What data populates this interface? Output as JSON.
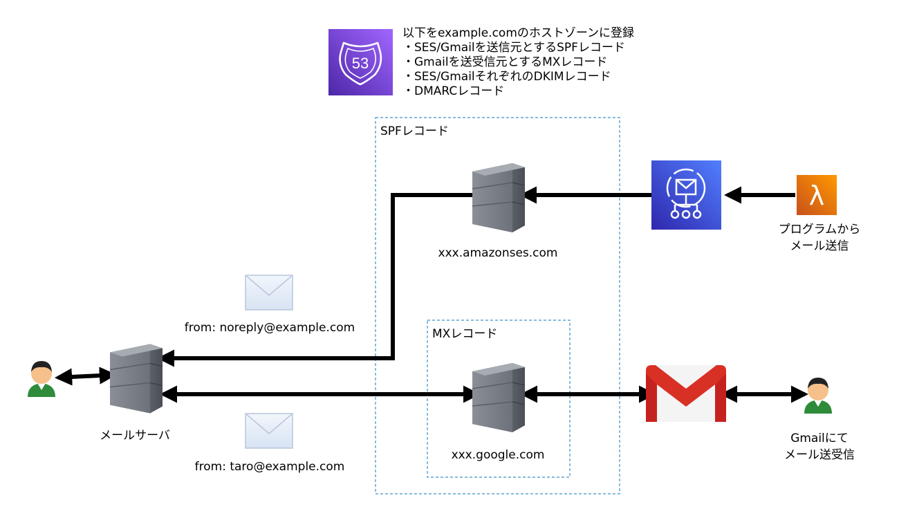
{
  "route53": {
    "icon_label": "53",
    "title": "以下をexample.comのホストゾーンに登録",
    "items": [
      "・SES/Gmailを送信元とするSPFレコード",
      "・Gmailを送受信元とするMXレコード",
      "・SES/GmailそれぞれのDKIMレコード",
      "・DMARCレコード"
    ]
  },
  "spf_box": {
    "label": "SPFレコード"
  },
  "mx_box": {
    "label": "MXレコード"
  },
  "ses_server": {
    "label": "xxx.amazonses.com"
  },
  "google_server": {
    "label": "xxx.google.com"
  },
  "mail_server": {
    "label": "メールサーバ"
  },
  "lambda": {
    "label_line1": "プログラムから",
    "label_line2": "メール送信"
  },
  "gmail_user": {
    "label_line1": "Gmailにて",
    "label_line2": "メール送受信"
  },
  "envelope_top": {
    "label": "from: noreply@example.com"
  },
  "envelope_bottom": {
    "label": "from: taro@example.com"
  },
  "lambda_icon": {
    "glyph": "λ"
  },
  "colors": {
    "route53_purple": "#6b3fd4",
    "ses_blue": "#3f4fd9",
    "lambda_orange": "#f08a1c",
    "dash_blue": "#3a8fc8",
    "gmail_red": "#d93025"
  }
}
